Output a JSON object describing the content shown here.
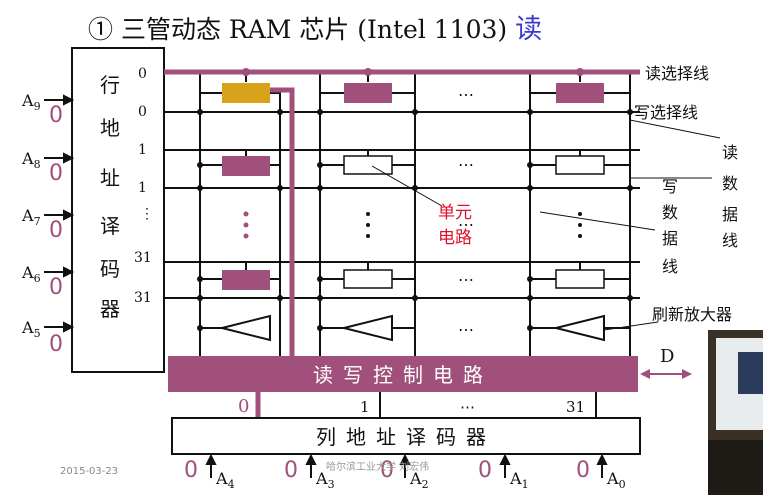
{
  "title": {
    "prefix": "① 三管动态 RAM 芯片 (Intel 1103) ",
    "highlight": "读"
  },
  "row_decoder": {
    "chars": [
      "行",
      "地",
      "址",
      "译",
      "码",
      "器"
    ]
  },
  "row_addresses": [
    {
      "label": "A9",
      "bit": "0"
    },
    {
      "label": "A8",
      "bit": "0"
    },
    {
      "label": "A7",
      "bit": "0"
    },
    {
      "label": "A6",
      "bit": "0"
    },
    {
      "label": "A5",
      "bit": "0"
    }
  ],
  "row_numbers": [
    "0",
    "0",
    "1",
    "1",
    "⋮",
    "31",
    "31"
  ],
  "right_labels": {
    "read_select": "读选择线",
    "write_select": "写选择线",
    "read_data": [
      "读",
      "数",
      "据",
      "线"
    ],
    "write_data": [
      "写",
      "数",
      "据",
      "线"
    ],
    "refresh_amp": "刷新放大器"
  },
  "cell_label": [
    "单元",
    "电路"
  ],
  "rw_control": "读写控制电路",
  "data_port": "D",
  "column_numbers": [
    "0",
    "1",
    "⋯",
    "31"
  ],
  "col_decoder": "列地址译码器",
  "col_addresses": [
    {
      "label": "A4",
      "bit": "0"
    },
    {
      "label": "A3",
      "bit": "0"
    },
    {
      "label": "A2",
      "bit": "0"
    },
    {
      "label": "A1",
      "bit": "0"
    },
    {
      "label": "A0",
      "bit": "0"
    }
  ],
  "footer": {
    "date": "2015-03-23",
    "author": "哈尔滨工业大学 刘宏伟"
  },
  "colors": {
    "highlight": "#a0507a",
    "selected_cell": "#d9a21b",
    "title_accent": "#3a3ad0"
  }
}
